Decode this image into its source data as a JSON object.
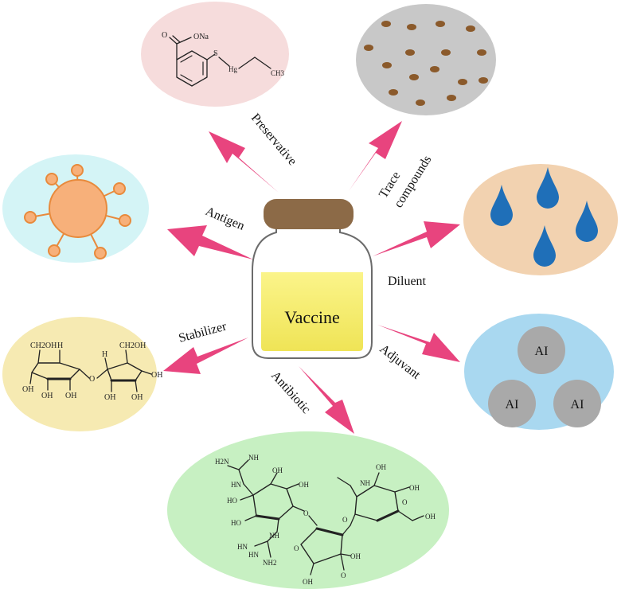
{
  "center": {
    "label": "Vaccine",
    "colors": {
      "cap": "#8c6a47",
      "liquid": "#f6ef6b",
      "glass": "#ffffff",
      "outline": "#6b6b6b"
    }
  },
  "arrow_color": "#e8447e",
  "components": {
    "preservative": {
      "label": "Preservative",
      "color": "#f6dcdc",
      "atoms": {
        "o": "O",
        "ona": "ONa",
        "s": "S",
        "hg": "Hg",
        "ch3": "CH3"
      }
    },
    "trace": {
      "label_line1": "Trace",
      "label_line2": "compounds",
      "color": "#c8c8c8",
      "dot_color": "#8b5a2b"
    },
    "antigen": {
      "label": "Antigen",
      "color": "#d4f4f6",
      "body_color": "#f7b07a",
      "outline": "#e88a3c"
    },
    "diluent": {
      "label": "Diluent",
      "color": "#f2d2b0",
      "drop_color": "#1f6fb8"
    },
    "stabilizer": {
      "label": "Stabilizer",
      "color": "#f6eab2",
      "atoms": {
        "ch2oh_left": "CH2OH",
        "ch2oh_right": "CH2OH",
        "h_left": "H",
        "h_right": "H",
        "oh1": "OH",
        "oh2": "OH",
        "oh3": "OH",
        "oh4": "OH",
        "oh5": "OH",
        "oh6": "OH",
        "o_bridge": "O"
      }
    },
    "adjuvant": {
      "label": "Adjuvant",
      "color": "#a9d8f0",
      "particle_color": "#a9a9a9",
      "particle_label": "AI"
    },
    "antibiotic": {
      "label": "Antibiotic",
      "color": "#c7f0c2",
      "atoms": {
        "h2n": "H2N",
        "nh_top": "NH",
        "hn1": "HN",
        "oh_a": "OH",
        "oh_b": "OH",
        "oh_c": "OH",
        "ho1": "HO",
        "ho2": "HO",
        "o_link": "O",
        "hn2": "HN",
        "nh_bottom": "NH",
        "hn3": "HN",
        "nh2": "NH2",
        "o_ring": "O",
        "oh_d": "OH",
        "o_ald": "O",
        "nh_me": "NH",
        "oh_e": "OH",
        "oh_f": "OH",
        "oh_g": "OH",
        "o_ring2": "O",
        "o_gly": "O"
      }
    }
  }
}
